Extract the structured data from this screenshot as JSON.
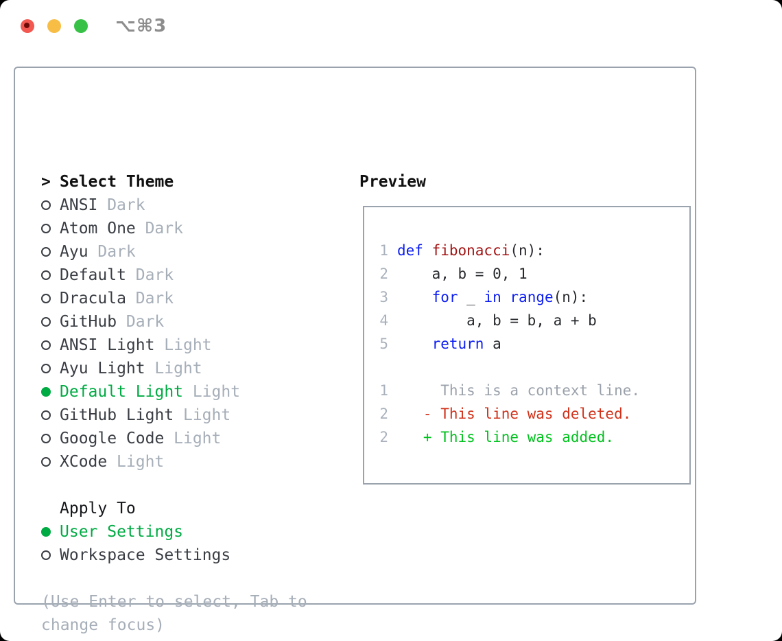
{
  "window": {
    "title_shortcut": "⌥⌘3"
  },
  "colors": {
    "panel_border": "#9aa3ad",
    "item_text": "#3a3e44",
    "muted_text": "#a6aeb8",
    "selection_green": "#00ab43",
    "diff_added_green": "#00c21d",
    "diff_deleted_red": "#d03018",
    "keyword_blue": "#0b1df2",
    "function_dark_red": "#a31313",
    "line_number_gray": "#a9b1bc",
    "traffic_red": "#f25750",
    "traffic_yellow": "#f7bd45",
    "traffic_green": "#37c146"
  },
  "left_panel": {
    "header": {
      "cursor": ">",
      "label": "Select Theme"
    },
    "themes": [
      {
        "name": "ANSI",
        "variant": "Dark",
        "selected": false
      },
      {
        "name": "Atom One",
        "variant": "Dark",
        "selected": false
      },
      {
        "name": "Ayu",
        "variant": "Dark",
        "selected": false
      },
      {
        "name": "Default",
        "variant": "Dark",
        "selected": false
      },
      {
        "name": "Dracula",
        "variant": "Dark",
        "selected": false
      },
      {
        "name": "GitHub",
        "variant": "Dark",
        "selected": false
      },
      {
        "name": "ANSI Light",
        "variant": "Light",
        "selected": false
      },
      {
        "name": "Ayu Light",
        "variant": "Light",
        "selected": false
      },
      {
        "name": "Default Light",
        "variant": "Light",
        "selected": true
      },
      {
        "name": "GitHub Light",
        "variant": "Light",
        "selected": false
      },
      {
        "name": "Google Code",
        "variant": "Light",
        "selected": false
      },
      {
        "name": "XCode",
        "variant": "Light",
        "selected": false
      }
    ],
    "apply_to": {
      "label": "Apply To",
      "options": [
        {
          "label": "User Settings",
          "selected": true
        },
        {
          "label": "Workspace Settings",
          "selected": false
        }
      ]
    },
    "hint": [
      "(Use Enter to select, Tab to",
      "change focus)"
    ]
  },
  "preview": {
    "label": "Preview",
    "code": [
      {
        "num": "1",
        "segments": [
          {
            "t": "def ",
            "c": "kw"
          },
          {
            "t": "fibonacci",
            "c": "fn"
          },
          {
            "t": "(n):",
            "c": "pl"
          }
        ]
      },
      {
        "num": "2",
        "segments": [
          {
            "t": "    a, b = 0, 1",
            "c": "pl"
          }
        ]
      },
      {
        "num": "3",
        "segments": [
          {
            "t": "    ",
            "c": "pl"
          },
          {
            "t": "for",
            "c": "kw"
          },
          {
            "t": " _ ",
            "c": "pl"
          },
          {
            "t": "in",
            "c": "kw"
          },
          {
            "t": " ",
            "c": "pl"
          },
          {
            "t": "range",
            "c": "kw"
          },
          {
            "t": "(n):",
            "c": "pl"
          }
        ]
      },
      {
        "num": "4",
        "segments": [
          {
            "t": "        a, b = b, a + b",
            "c": "pl"
          }
        ]
      },
      {
        "num": "5",
        "segments": [
          {
            "t": "    ",
            "c": "pl"
          },
          {
            "t": "return",
            "c": "kw"
          },
          {
            "t": " a",
            "c": "pl"
          }
        ]
      }
    ],
    "diff": [
      {
        "num": "1",
        "text": "     This is a context line.",
        "kind": "context"
      },
      {
        "num": "2",
        "text": "   - This line was deleted.",
        "kind": "deleted"
      },
      {
        "num": "2",
        "text": "   + This line was added.",
        "kind": "added"
      }
    ]
  }
}
